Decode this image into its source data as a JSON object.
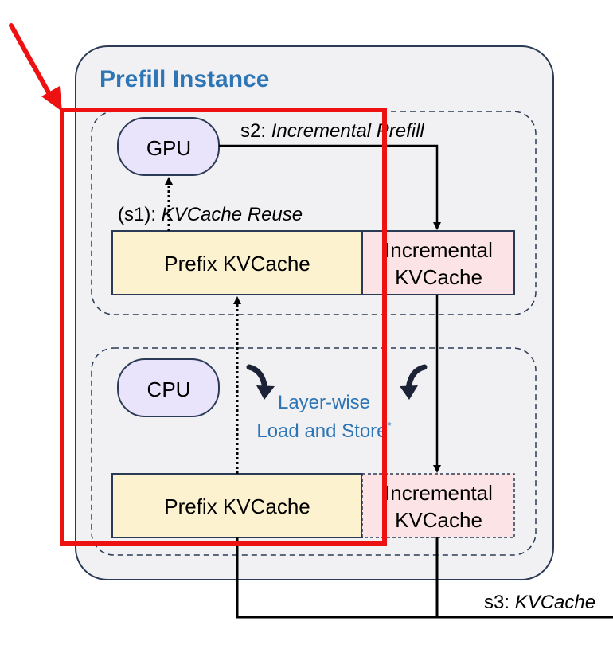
{
  "title": "Prefill Instance",
  "gpu_label": "GPU",
  "cpu_label": "CPU",
  "s2_prefix": "s2: ",
  "s2_text": "Incremental Prefill",
  "s1_prefix": "(s1): ",
  "s1_text": "KVCache Reuse",
  "gpu_prefix_cache": "Prefix KVCache",
  "gpu_incremental_line1": "Incremental",
  "gpu_incremental_line2": "KVCache",
  "layerwise_line1": "Layer-wise",
  "layerwise_line2": "Load and Store",
  "layerwise_mark": "*",
  "cpu_prefix_cache": "Prefix KVCache",
  "cpu_incremental_line1": "Incremental",
  "cpu_incremental_line2": "KVCache",
  "s3_prefix": "s3: ",
  "s3_text": "KVCache",
  "colors": {
    "instance_bg": "#f1f1f3",
    "title": "#2e75b6",
    "device_fill": "#e9e4fb",
    "prefix_fill": "#fdf2d0",
    "incremental_fill": "#fce4e6",
    "highlight": "#ee1111",
    "layerwise_text": "#2e75b6"
  }
}
